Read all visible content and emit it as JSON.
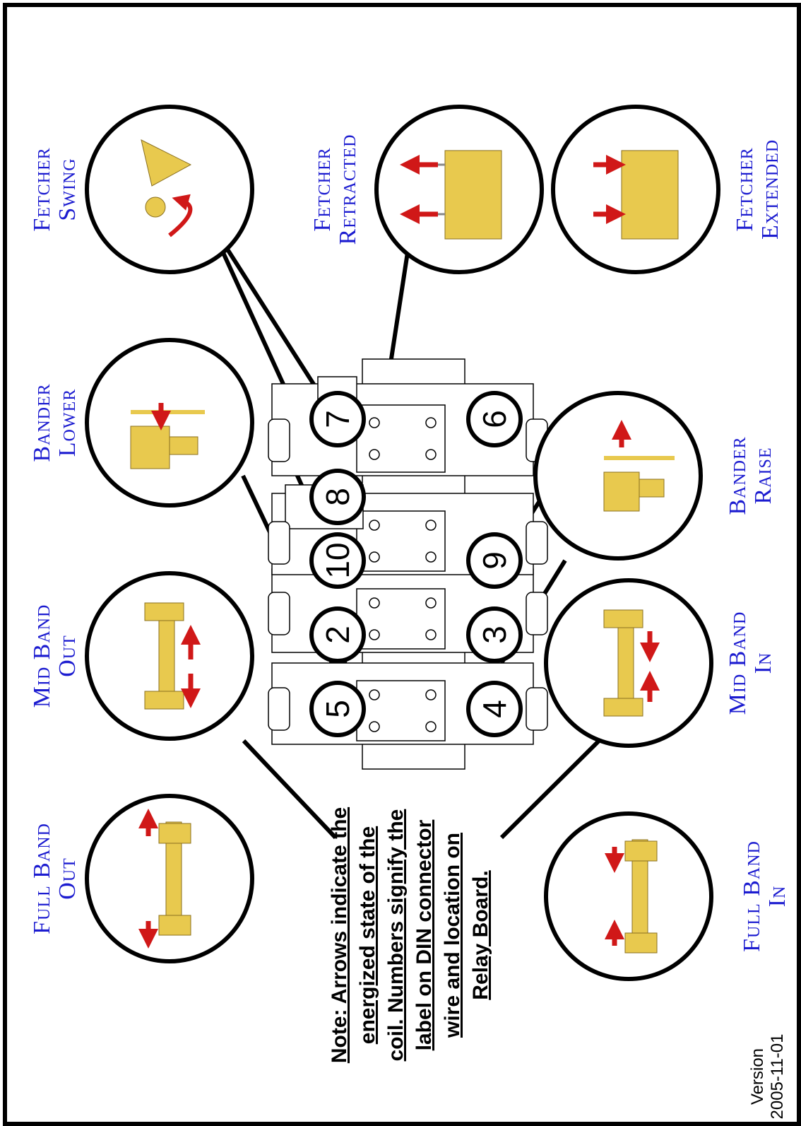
{
  "labels": {
    "fetcher_swing": [
      "Fetcher",
      "Swing"
    ],
    "fetcher_retracted": [
      "Fetcher",
      "Retracted"
    ],
    "fetcher_extended": [
      "Fetcher",
      "Extended"
    ],
    "bander_lower": [
      "Bander",
      "Lower"
    ],
    "bander_raise": [
      "Bander",
      "Raise"
    ],
    "mid_band_out": [
      "Mid Band",
      "Out"
    ],
    "mid_band_in": [
      "Mid Band",
      "In"
    ],
    "full_band_out": [
      "Full Band",
      "Out"
    ],
    "full_band_in": [
      "Full Band",
      "In"
    ]
  },
  "coil_numbers": [
    "7",
    "8",
    "6",
    "10",
    "9",
    "2",
    "3",
    "5",
    "4"
  ],
  "note_lines": [
    "Note: Arrows indicate the",
    "energized state of the",
    "coil. Numbers signify the",
    "label on DIN connector",
    "wire and location on",
    "Relay Board."
  ],
  "version": [
    "Version",
    "2005-11-01"
  ],
  "colors": {
    "label": "#1c1cd0",
    "part": "#e8c94e",
    "arrow": "#d01818"
  }
}
